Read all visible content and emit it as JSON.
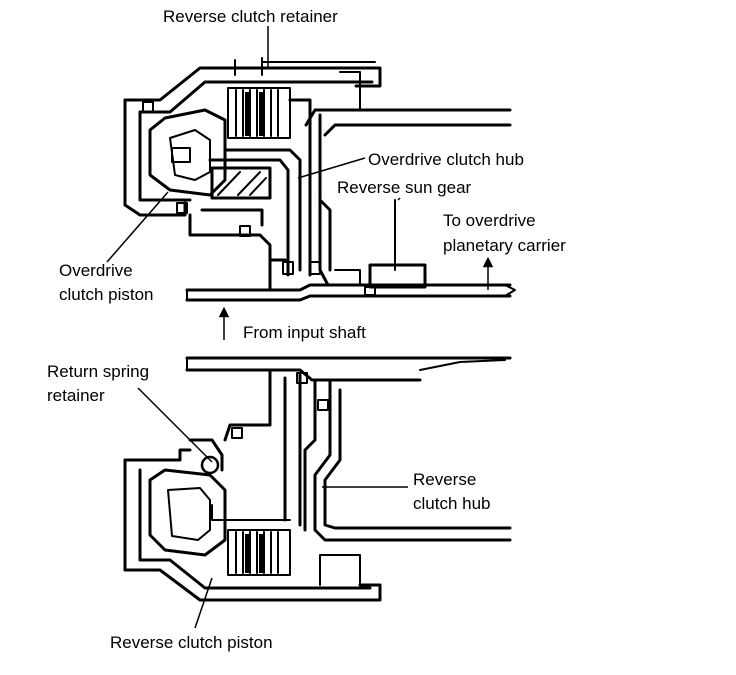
{
  "labels": {
    "reverse_clutch_retainer": "Reverse clutch retainer",
    "overdrive_clutch_hub": "Overdrive clutch hub",
    "reverse_sun_gear": "Reverse sun gear",
    "to_overdrive_line1": "To overdrive",
    "to_overdrive_line2": "planetary carrier",
    "overdrive_clutch_piston_line1": "Overdrive",
    "overdrive_clutch_piston_line2": "clutch piston",
    "from_input_shaft": "From input shaft",
    "return_spring_retainer_line1": "Return spring",
    "return_spring_retainer_line2": "retainer",
    "reverse_clutch_hub_line1": "Reverse",
    "reverse_clutch_hub_line2": "clutch hub",
    "reverse_clutch_piston": "Reverse clutch piston"
  }
}
